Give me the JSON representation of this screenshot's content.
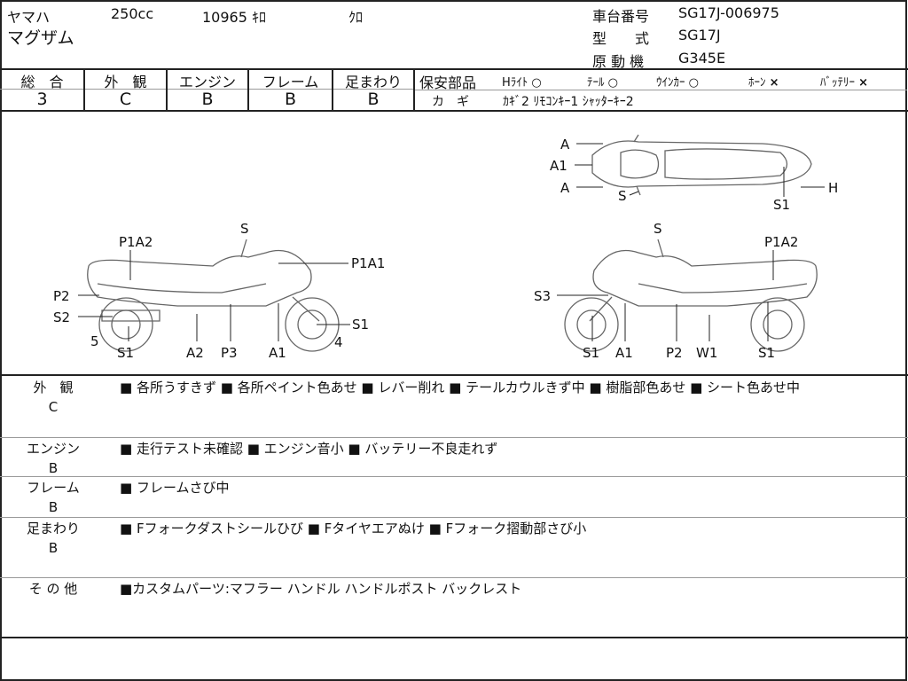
{
  "header": {
    "maker": "ヤマハ",
    "displacement": "250cc",
    "mileage": "10965 ｷﾛ",
    "color": "ｸﾛ",
    "model_name": "マグザム",
    "frame_no_label": "車台番号",
    "frame_no": "SG17J-006975",
    "type_label": "型　　式",
    "type": "SG17J",
    "engine_label": "原 動 機",
    "engine": "G345E"
  },
  "grades": [
    {
      "label": "総　合",
      "value": "3"
    },
    {
      "label": "外　観",
      "value": "C"
    },
    {
      "label": "エンジン",
      "value": "B"
    },
    {
      "label": "フレーム",
      "value": "B"
    },
    {
      "label": "足まわり",
      "value": "B"
    }
  ],
  "safety": {
    "label": "保安部品",
    "items": [
      {
        "name": "Hﾗｲﾄ",
        "status": "○"
      },
      {
        "name": "ﾃｰﾙ",
        "status": "○"
      },
      {
        "name": "ｳｲﾝｶｰ",
        "status": "○"
      },
      {
        "name": "ﾎｰﾝ",
        "status": "×"
      },
      {
        "name": "ﾊﾞｯﾃﾘｰ",
        "status": "×"
      }
    ]
  },
  "keys": {
    "label": "カ　ギ",
    "value": "ｶｷﾞ2 ﾘﾓｺﾝｷｰ1 ｼｬｯﾀｰｷｰ2"
  },
  "diagram": {
    "top": [
      "A",
      "A1",
      "A",
      "S",
      "H",
      "S1"
    ],
    "left": [
      "S",
      "P1A2",
      "P1A1",
      "P2",
      "S2",
      "S1",
      "5",
      "4",
      "S1",
      "A2",
      "P3",
      "A1"
    ],
    "right": [
      "S",
      "P1A2",
      "S3",
      "S1",
      "A1",
      "P2",
      "W1",
      "S1"
    ]
  },
  "notes": [
    {
      "label": "外　観",
      "grade": "C",
      "text": "■ 各所うすきず ■ 各所ペイント色あせ ■ レバー削れ ■ テールカウルきず中 ■ 樹脂部色あせ ■ シート色あせ中"
    },
    {
      "label": "エンジン",
      "grade": "B",
      "text": "■ 走行テスト未確認 ■ エンジン音小 ■ バッテリー不良走れず"
    },
    {
      "label": "フレーム",
      "grade": "B",
      "text": "■ フレームさび中"
    },
    {
      "label": "足まわり",
      "grade": "B",
      "text": "■ Fフォークダストシールひび ■ Fタイヤエアぬけ ■ Fフォーク摺動部さび小"
    },
    {
      "label": "そ の 他",
      "grade": "",
      "text": "■カスタムパーツ:マフラー ハンドル ハンドルポスト バックレスト"
    }
  ]
}
